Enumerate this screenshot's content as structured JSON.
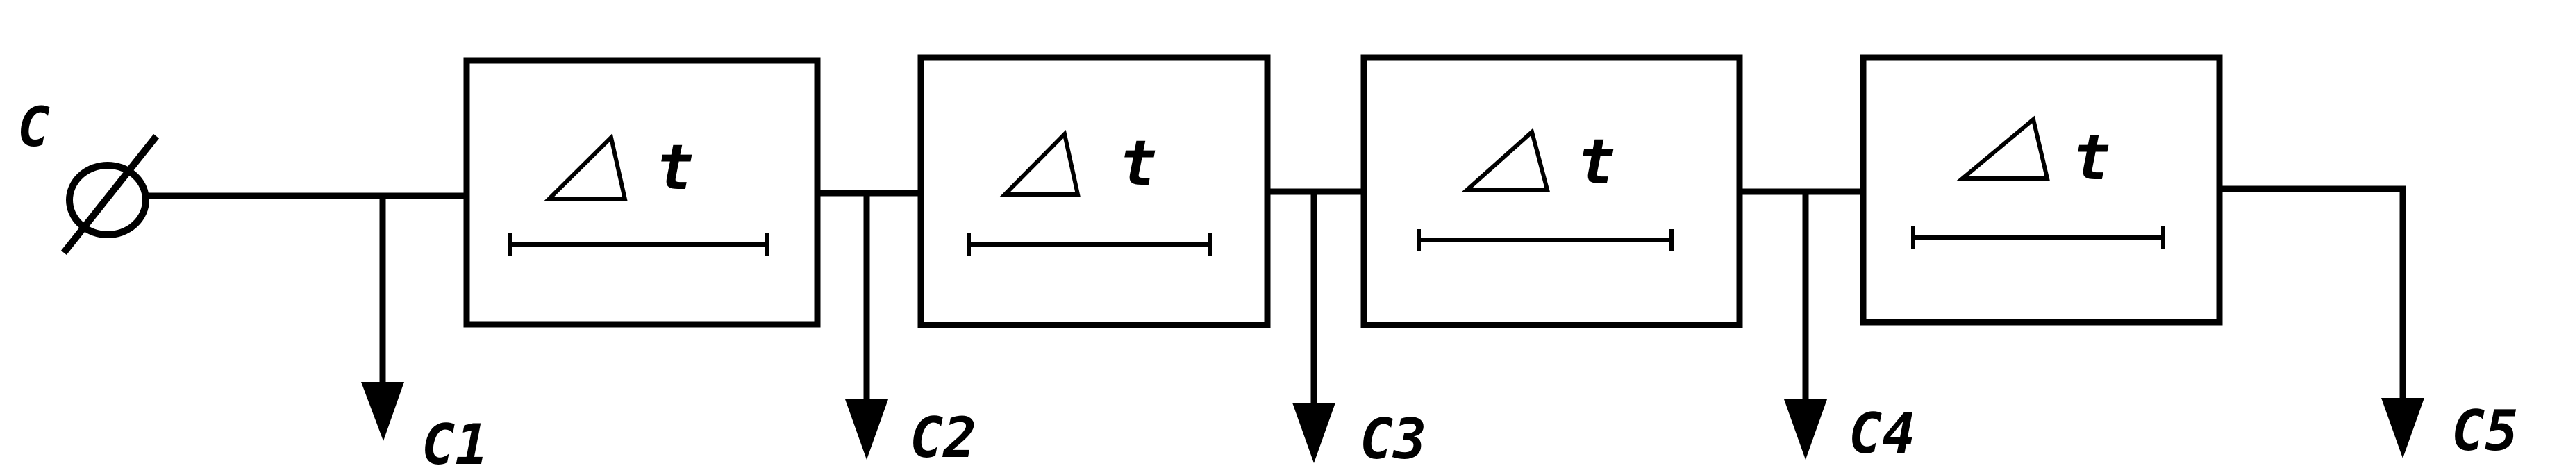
{
  "input": {
    "label": "C"
  },
  "blocks": [
    {
      "delta_symbol": "Δ",
      "var_label": "t"
    },
    {
      "delta_symbol": "Δ",
      "var_label": "t"
    },
    {
      "delta_symbol": "Δ",
      "var_label": "t"
    },
    {
      "delta_symbol": "Δ",
      "var_label": "t"
    }
  ],
  "outputs": [
    {
      "label": "C1"
    },
    {
      "label": "C2"
    },
    {
      "label": "C3"
    },
    {
      "label": "C4"
    },
    {
      "label": "C5"
    }
  ]
}
